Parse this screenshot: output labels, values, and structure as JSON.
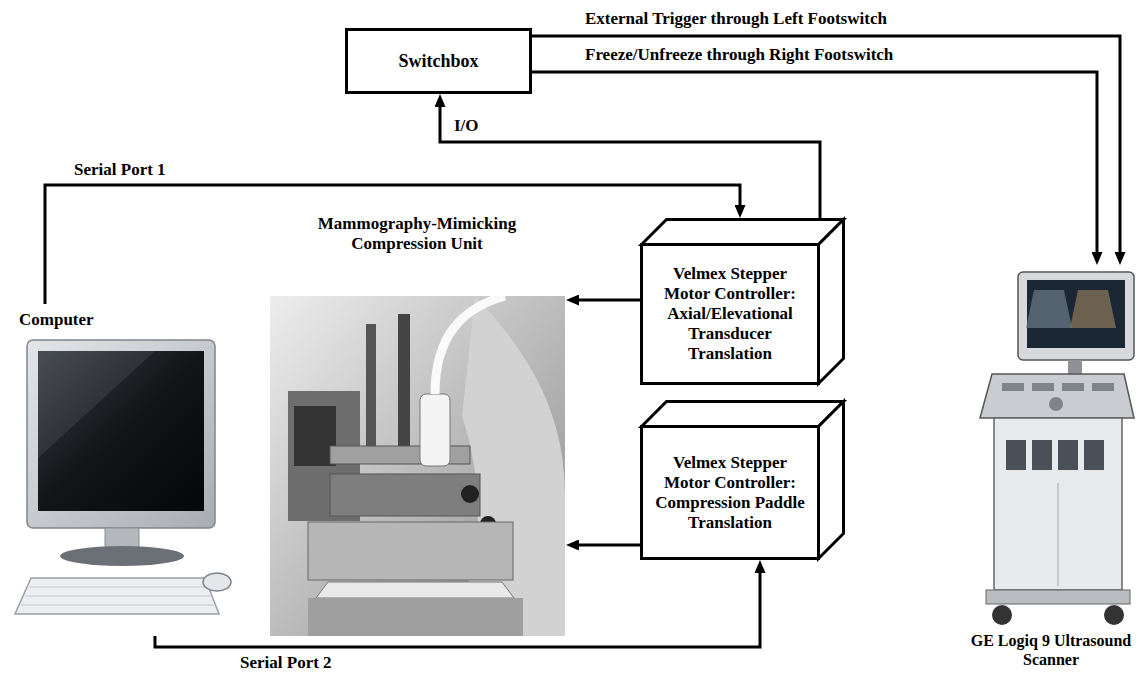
{
  "diagram": {
    "nodes": [
      {
        "text": [
          "Switchbox"
        ]
      },
      {
        "text": [
          "Computer"
        ]
      },
      {
        "text": [
          "Mammography-Mimicking Compression Unit"
        ]
      },
      {
        "text": [
          "Velmex Stepper Motor Controller: Axial/Elevational Transducer Translation"
        ]
      },
      {
        "text": [
          "Velmex Stepper Motor Controller: Compression Paddle Translation"
        ]
      },
      {
        "text": [
          "GE Logiq 9 Ultrasound Scanner"
        ]
      }
    ],
    "edges": [
      {
        "from": 3,
        "to": 0,
        "arrow": "to",
        "label": "I/O"
      },
      {
        "from": 1,
        "to": 3,
        "arrow": "to",
        "label": "Serial Port 1"
      },
      {
        "from": 3,
        "to": 2,
        "arrow": "to"
      },
      {
        "from": 4,
        "to": 2,
        "arrow": "to"
      },
      {
        "from": 1,
        "to": 4,
        "arrow": "to",
        "label": "Serial Port 2"
      },
      {
        "from": 0,
        "to": 5,
        "arrow": "to",
        "label": "External Trigger through Left Footswitch"
      },
      {
        "from": 0,
        "to": 5,
        "arrow": "to",
        "label": "Freeze/Unfreeze through Right Footswitch"
      }
    ]
  }
}
